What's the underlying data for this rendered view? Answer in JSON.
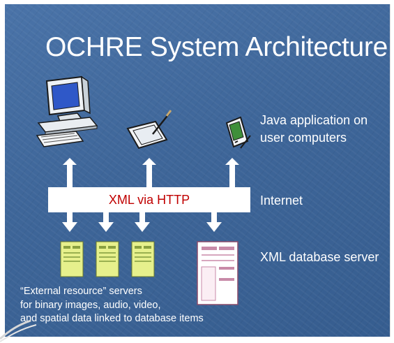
{
  "slide": {
    "title": "OCHRE System Architecture",
    "labels": {
      "java_line1": "Java application on",
      "java_line2": "user computers",
      "internet": "Internet",
      "db_server": "XML database server",
      "ext_line1": "“External resource” servers",
      "ext_line2": "for binary images, audio, video,",
      "ext_line3": "and spatial data linked to database items"
    },
    "bar_text": "XML via HTTP",
    "colors": {
      "background": "#3e6699",
      "bar": "#ffffff",
      "bar_text": "#c00000",
      "arrows": "#ffffff",
      "resource_servers": "#e6f08c",
      "db_server": "#ffffff"
    },
    "icons": [
      "desktop-computer-icon",
      "tablet-icon",
      "pda-icon",
      "resource-server-icon",
      "database-server-icon"
    ]
  }
}
